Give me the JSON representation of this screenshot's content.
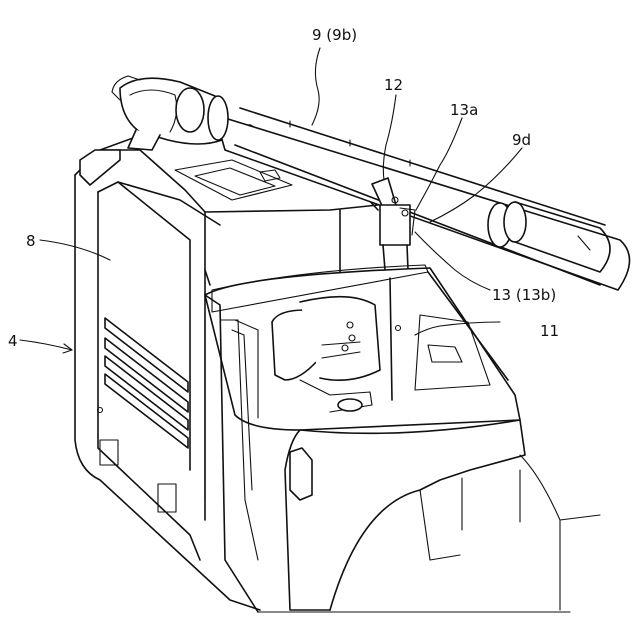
{
  "labels": {
    "boom": "9 (9b)",
    "pivot": "12",
    "lever_a": "13a",
    "boom_end": "9d",
    "lever": "13 (13b)",
    "cab": "11",
    "engine_cover": "8",
    "body": "4"
  }
}
